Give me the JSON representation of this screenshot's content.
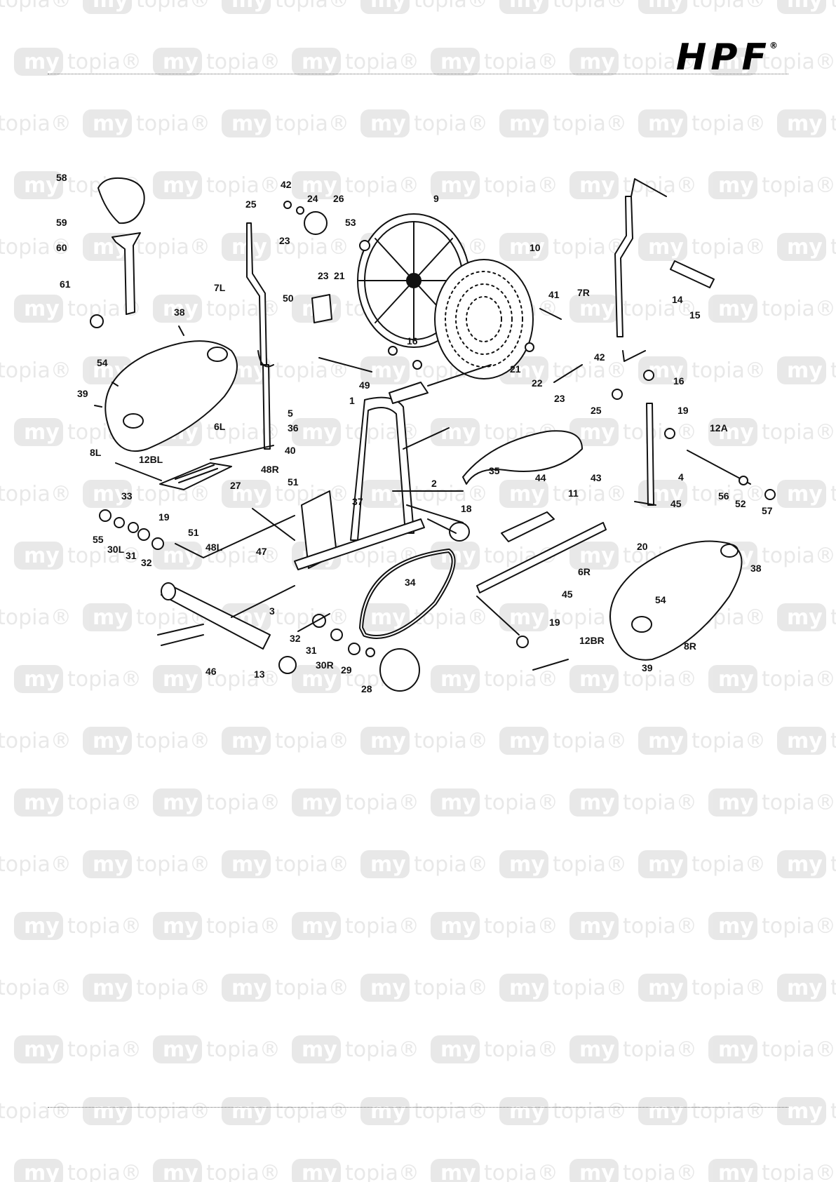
{
  "watermark": {
    "text_a": "my",
    "text_b": "topia",
    "mark": "®"
  },
  "brand": {
    "name": "HPF",
    "mark": "®"
  },
  "diagram": {
    "labels": [
      "58",
      "59",
      "60",
      "61",
      "42",
      "25",
      "24",
      "26",
      "9",
      "53",
      "23",
      "23",
      "21",
      "10",
      "41",
      "7R",
      "14",
      "15",
      "7L",
      "38",
      "50",
      "16",
      "54",
      "39",
      "49",
      "1",
      "21",
      "22",
      "42",
      "23",
      "16",
      "25",
      "5",
      "36",
      "19",
      "12A",
      "8L",
      "6L",
      "40",
      "12BL",
      "48R",
      "51",
      "35",
      "44",
      "43",
      "4",
      "27",
      "2",
      "33",
      "37",
      "11",
      "56",
      "52",
      "57",
      "19",
      "18",
      "45",
      "55",
      "30L",
      "31",
      "32",
      "51",
      "48L",
      "47",
      "20",
      "34",
      "6R",
      "38",
      "45",
      "3",
      "32",
      "31",
      "30R",
      "29",
      "19",
      "54",
      "12BR",
      "8R",
      "46",
      "13",
      "28",
      "39"
    ]
  }
}
